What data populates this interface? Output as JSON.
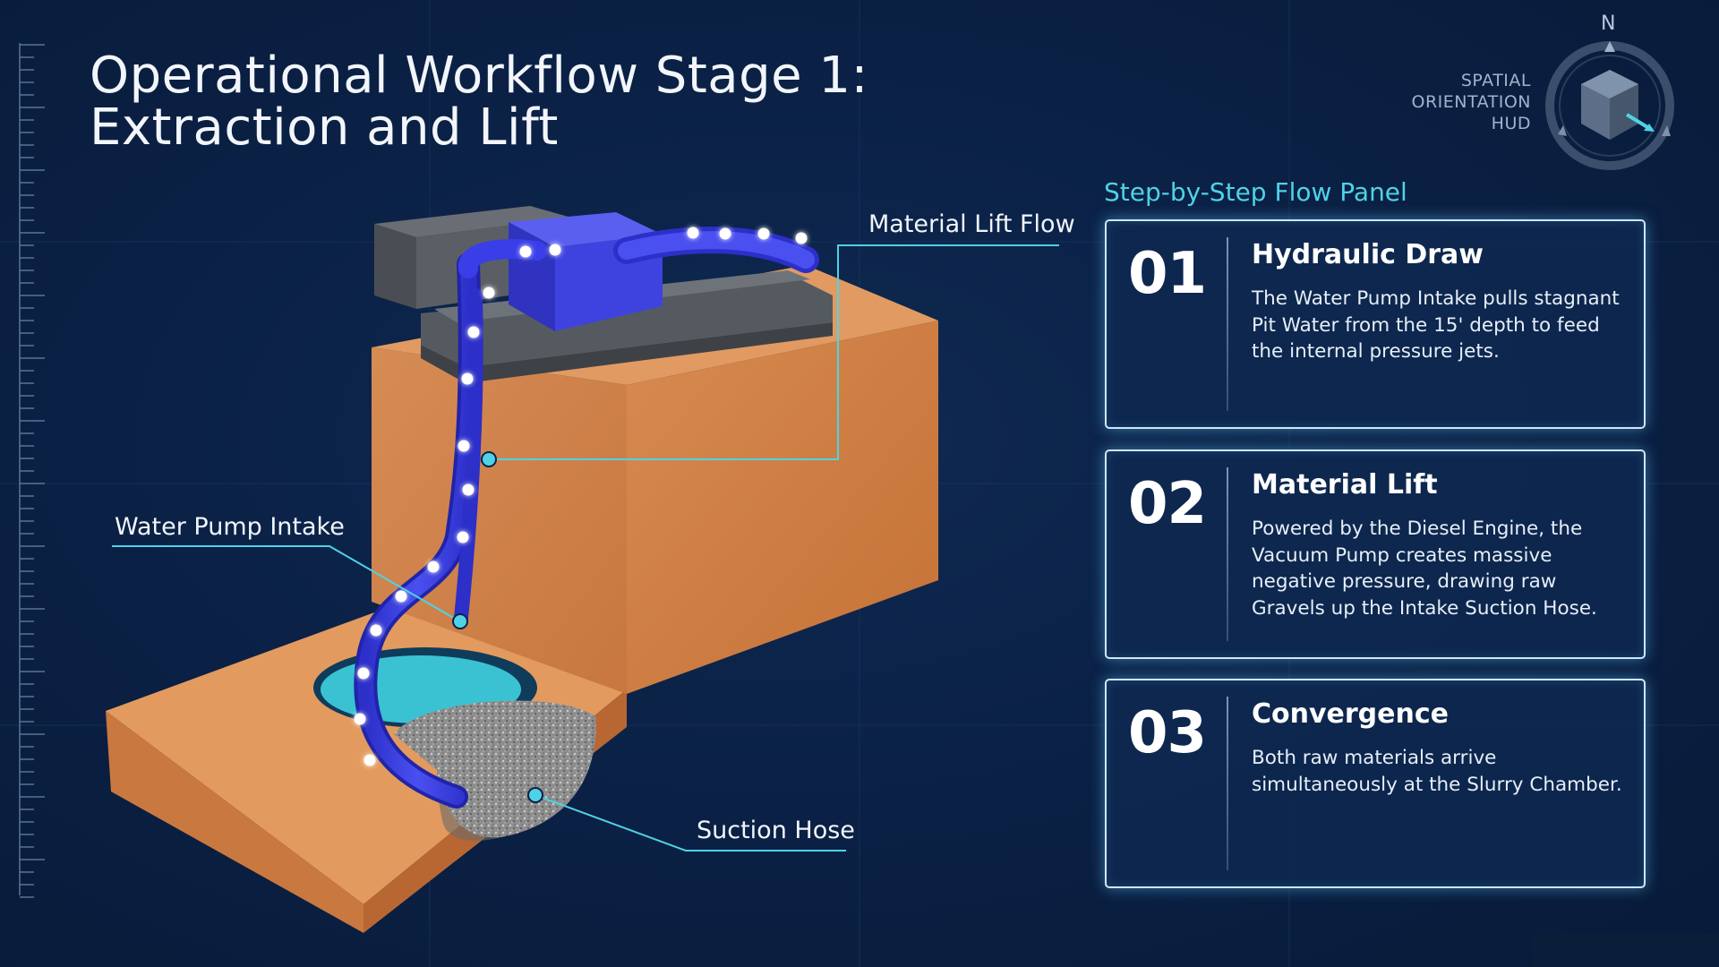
{
  "title": {
    "line1": "Operational Workflow Stage 1:",
    "line2": "Extraction and Lift"
  },
  "callouts": {
    "material_lift_flow": "Material Lift Flow",
    "water_pump_intake": "Water Pump Intake",
    "suction_hose": "Suction Hose"
  },
  "hud": {
    "compass_letter": "N",
    "label_line1": "SPATIAL",
    "label_line2": "ORIENTATION",
    "label_line3": "HUD"
  },
  "panel": {
    "heading": "Step-by-Step Flow Panel",
    "steps": [
      {
        "number": "01",
        "title": "Hydraulic Draw",
        "description": "The Water Pump Intake pulls stagnant Pit Water from the 15' depth to feed the internal pressure jets."
      },
      {
        "number": "02",
        "title": "Material Lift",
        "description": "Powered by the Diesel Engine, the Vacuum Pump creates massive negative pressure, drawing raw Gravels up the Intake Suction Hose."
      },
      {
        "number": "03",
        "title": "Convergence",
        "description": "Both raw materials arrive simultaneously at the Slurry Chamber."
      }
    ]
  },
  "colors": {
    "background": "#0b2146",
    "accent_cyan": "#4fd2e6",
    "hose_blue": "#3a3ee8",
    "ground_orange": "#d98a4e",
    "water": "#3fd0e0"
  },
  "icons": {
    "compass": "orientation-cube-icon"
  }
}
